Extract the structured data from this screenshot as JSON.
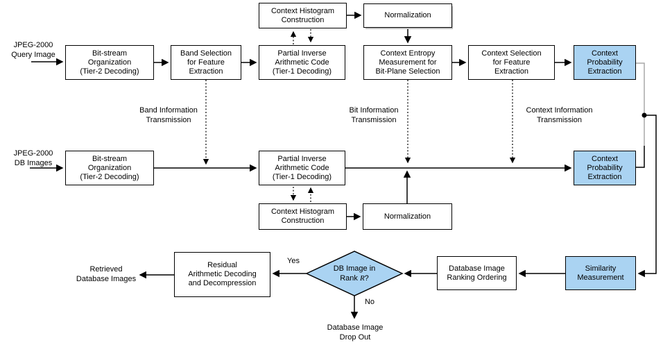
{
  "colors": {
    "highlight_fill": "#aad3f2",
    "box_fill": "#ffffff",
    "border": "#000000",
    "faded_line": "#a8a8a8"
  },
  "inputs": {
    "query": "JPEG-2000\nQuery Image",
    "database": "JPEG-2000\nDB Images"
  },
  "query_path": {
    "bitstream": "Bit-stream\nOrganization\n(Tier-2 Decoding)",
    "band_selection": "Band Selection\nfor Feature\nExtraction",
    "partial_inverse": "Partial Inverse\nArithmetic Code\n(Tier-1 Decoding)",
    "context_histogram": "Context Histogram\nConstruction",
    "normalization": "Normalization",
    "context_entropy": "Context Entropy\nMeasurement for\nBit-Plane Selection",
    "context_selection": "Context Selection\nfor Feature\nExtraction",
    "context_probability": "Context\nProbability\nExtraction"
  },
  "db_path": {
    "bitstream": "Bit-stream\nOrganization\n(Tier-2 Decoding)",
    "partial_inverse": "Partial Inverse\nArithmetic Code\n(Tier-1 Decoding)",
    "context_histogram": "Context Histogram\nConstruction",
    "normalization": "Normalization",
    "context_probability": "Context\nProbability\nExtraction"
  },
  "transmissions": {
    "band": "Band Information\nTransmission",
    "bit": "Bit Information\nTransmission",
    "context": "Context Information\nTransmission"
  },
  "retrieval": {
    "similarity": "Similarity\nMeasurement",
    "ranking": "Database Image\nRanking Ordering",
    "decision_line1": "DB Image in",
    "decision_rank_prefix": "Rank ",
    "decision_rank_symbol": "R",
    "decision_rank_suffix": "?",
    "yes": "Yes",
    "no": "No",
    "residual": "Residual\nArithmetic Decoding\nand Decompression",
    "retrieved": "Retrieved\nDatabase Images",
    "drop_out": "Database Image\nDrop Out"
  }
}
